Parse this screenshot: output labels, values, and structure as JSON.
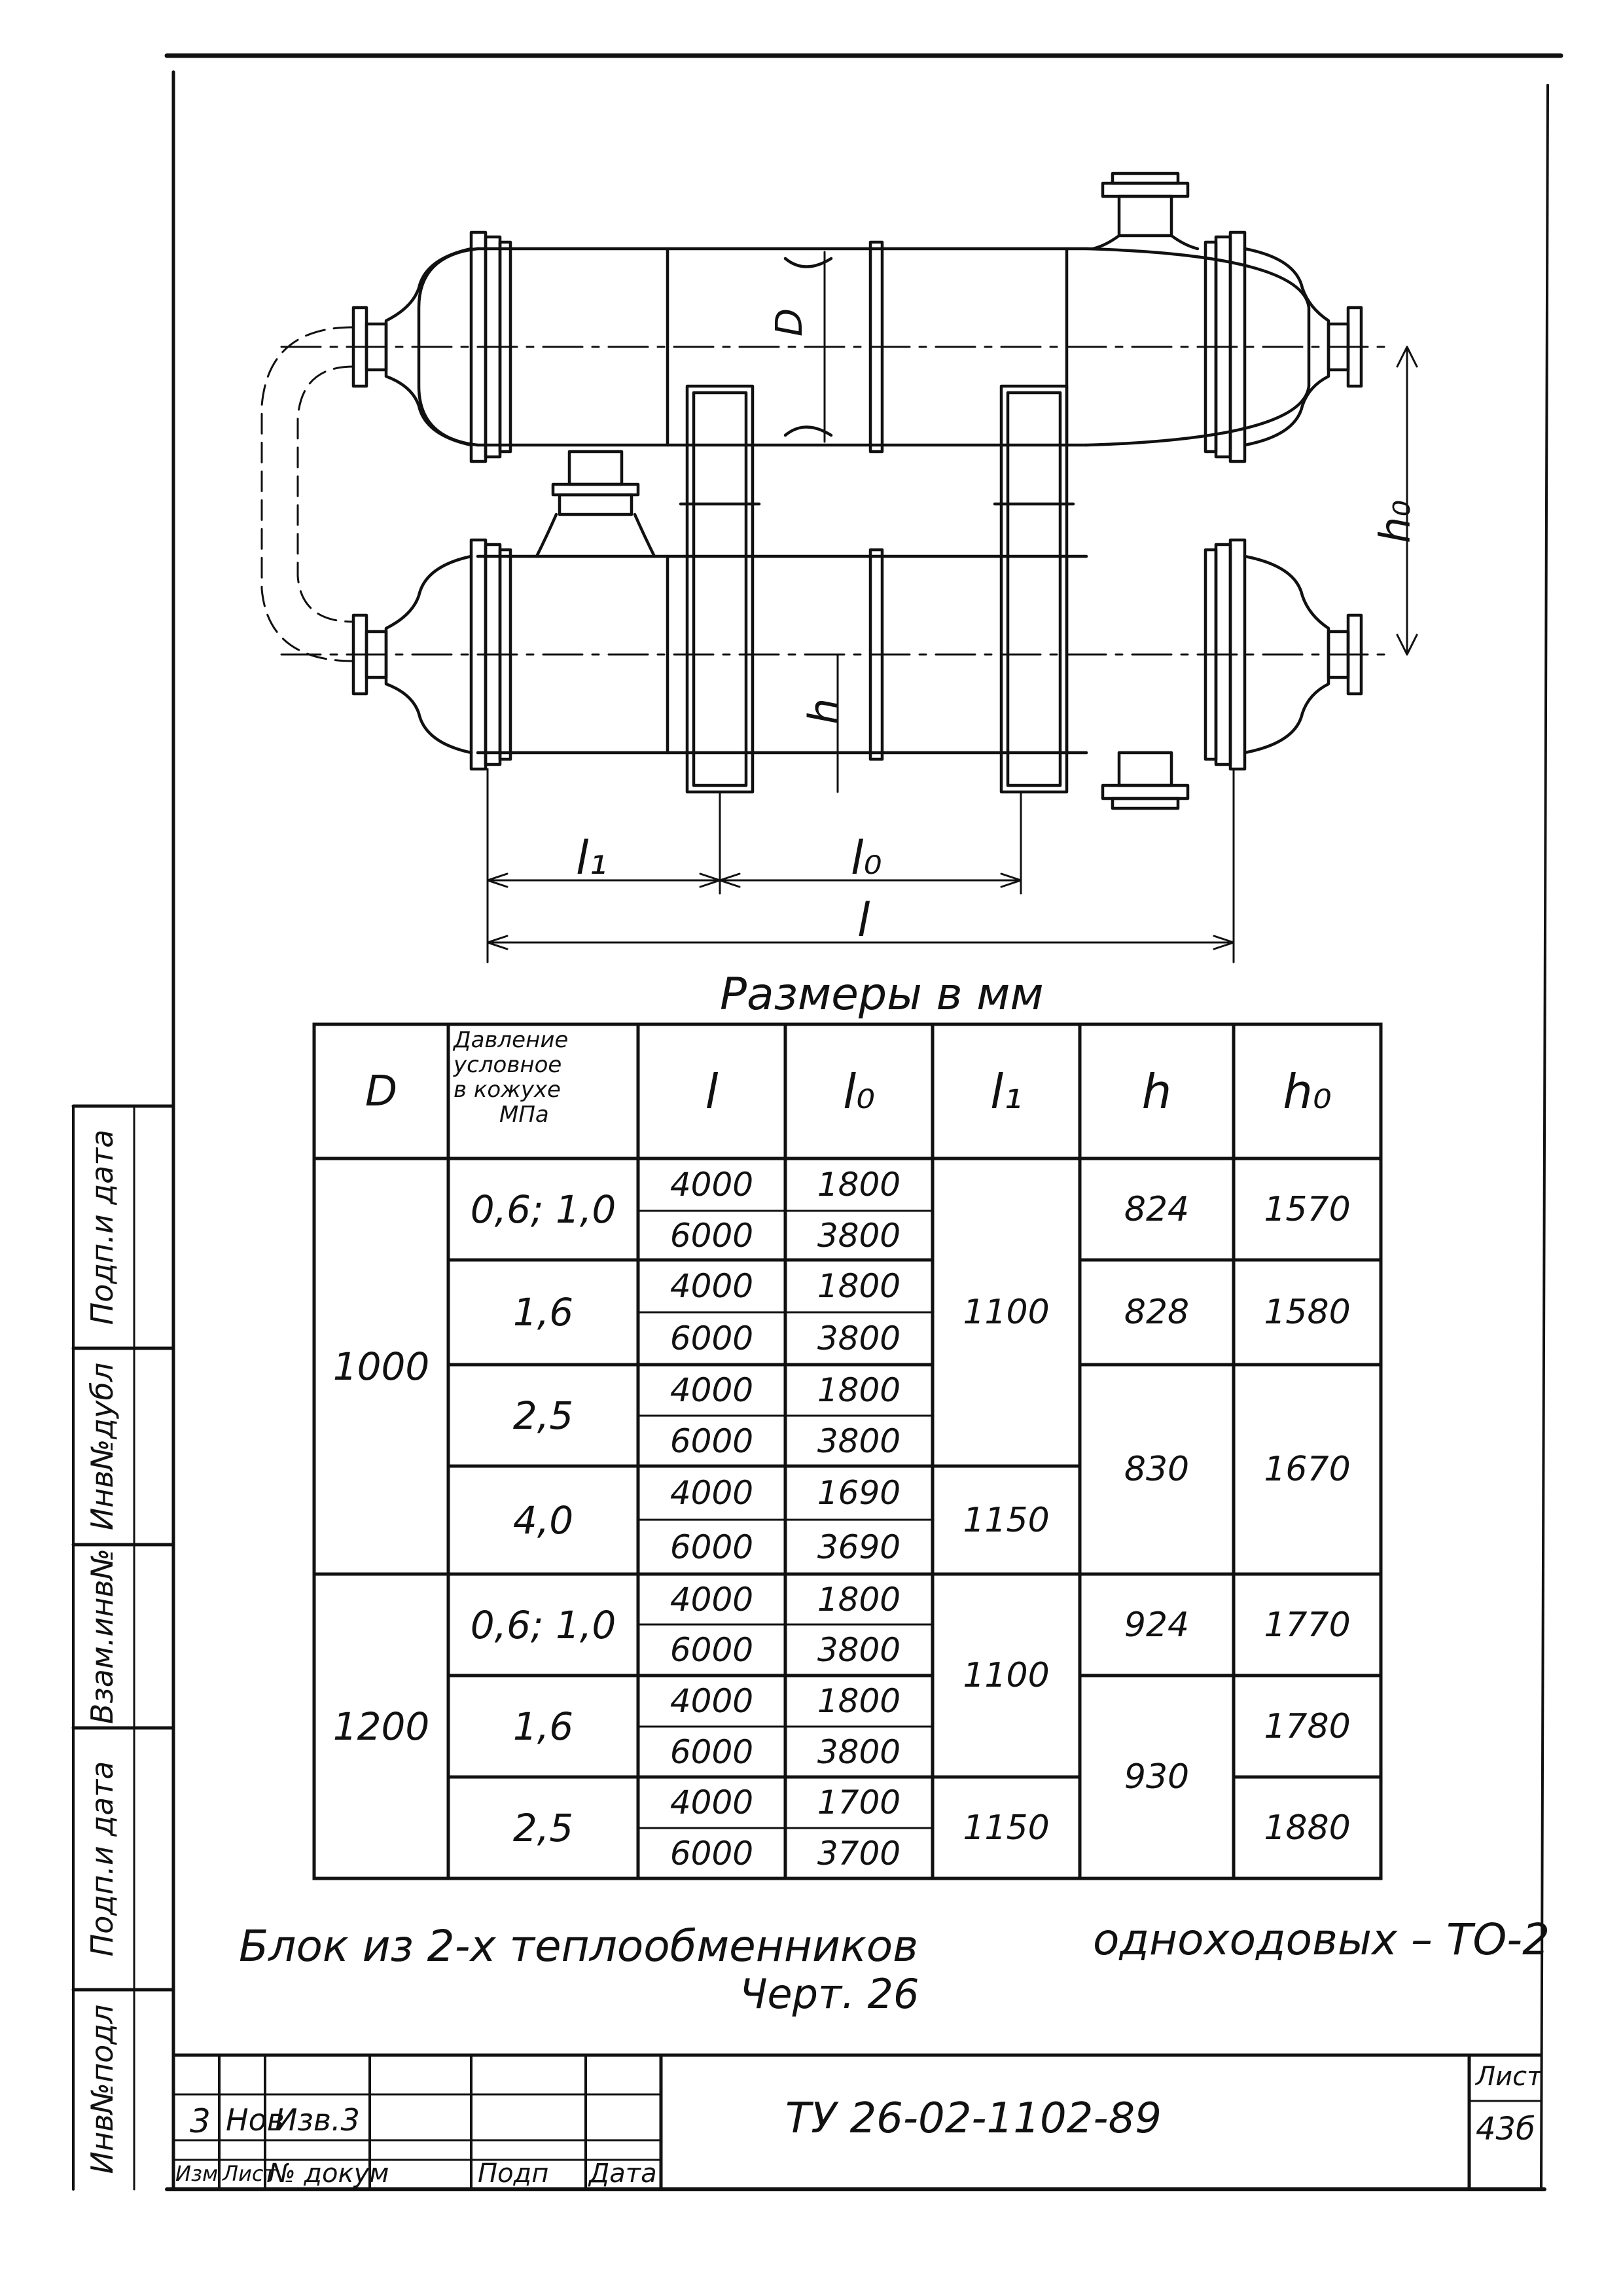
{
  "drawing": {
    "dim_D": "D",
    "dim_h0": "h₀",
    "dim_h": "h",
    "dim_l1": "l₁",
    "dim_l0": "l₀",
    "dim_l": "l"
  },
  "units_note": "Размеры в мм",
  "table": {
    "headers": {
      "D": "D",
      "pressure": [
        "Давление",
        "условное",
        "в кожухе",
        "МПа"
      ],
      "l": "l",
      "l0": "l₀",
      "l1": "l₁",
      "h": "h",
      "h0": "h₀"
    },
    "D_values": [
      "1000",
      "1200"
    ],
    "pressures": [
      "0,6; 1,0",
      "1,6",
      "2,5",
      "4,0",
      "0,6; 1,0",
      "1,6",
      "2,5"
    ],
    "l_values": [
      "4000",
      "6000",
      "4000",
      "6000",
      "4000",
      "6000",
      "4000",
      "6000",
      "4000",
      "6000",
      "4000",
      "6000",
      "4000",
      "6000"
    ],
    "l0_values": [
      "1800",
      "3800",
      "1800",
      "3800",
      "1800",
      "3800",
      "1690",
      "3690",
      "1800",
      "3800",
      "1800",
      "3800",
      "1700",
      "3700"
    ],
    "l1_values": [
      "1100",
      "1150",
      "1100",
      "1150"
    ],
    "h_values": [
      "824",
      "828",
      "830",
      "924",
      "930"
    ],
    "h0_values": [
      "1570",
      "1580",
      "1670",
      "1770",
      "1780",
      "1880"
    ]
  },
  "caption": {
    "line1_left": "Блок из 2-х теплообменников",
    "line1_right": "одноходовых – ТО-2",
    "line2": "Черт. 26"
  },
  "side_labels": [
    "Инв№подл",
    "Подп.и дата",
    "Взам.инв№",
    "Инв№дубл",
    "Подп.и дата"
  ],
  "title_block": {
    "rev_row": [
      "3",
      "Нов",
      "Изв.3",
      "",
      ""
    ],
    "header_row": [
      "Изм",
      "Лист",
      "№ докум",
      "Подп",
      "Дата"
    ],
    "doc_number": "ТУ 26-02-1102-89",
    "sheet_label": "Лист",
    "sheet_number": "43б"
  }
}
